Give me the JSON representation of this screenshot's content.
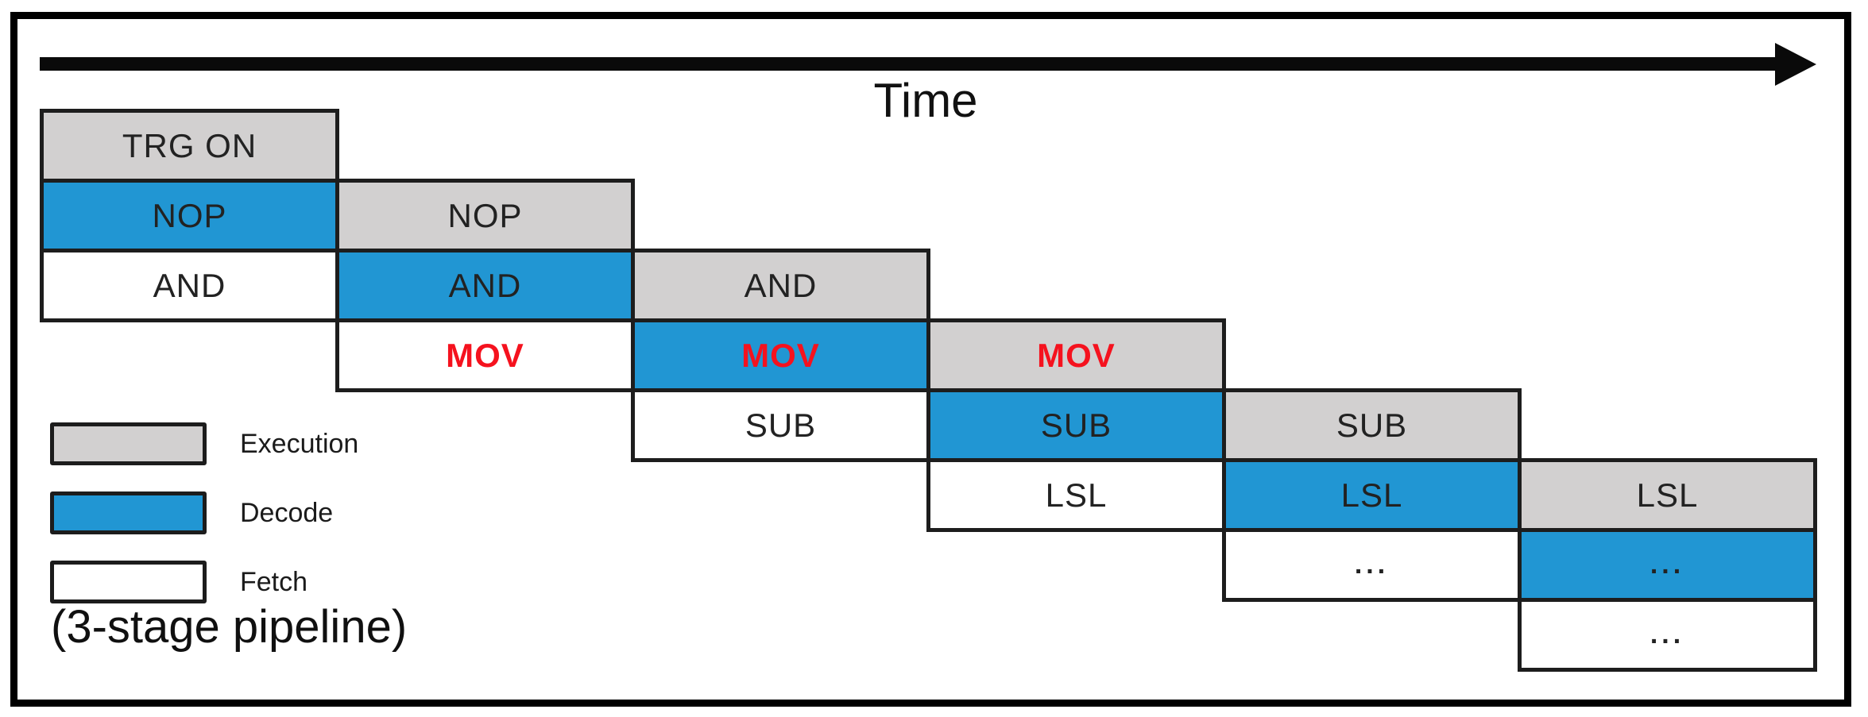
{
  "header": {
    "time_label": "Time"
  },
  "caption": {
    "text": "(3-stage pipeline)"
  },
  "legend": {
    "items": [
      {
        "label": "Execution",
        "stage": "execution"
      },
      {
        "label": "Decode",
        "stage": "decode"
      },
      {
        "label": "Fetch",
        "stage": "fetch"
      }
    ]
  },
  "colors": {
    "execution_gray": "#d2d0d0",
    "decode_blue": "#2196d3",
    "fetch_white": "#ffffff",
    "highlight_red": "#f5121e",
    "arrow_black": "#0a0a0a",
    "border_black": "#1d1d1d"
  },
  "pipeline": {
    "columns": [
      {
        "cells": [
          {
            "text": "TRG ON",
            "stage": "execution",
            "highlight": false
          },
          {
            "text": "NOP",
            "stage": "decode",
            "highlight": false
          },
          {
            "text": "AND",
            "stage": "fetch",
            "highlight": false
          }
        ]
      },
      {
        "cells": [
          {
            "text": "NOP",
            "stage": "execution",
            "highlight": false
          },
          {
            "text": "AND",
            "stage": "decode",
            "highlight": false
          },
          {
            "text": "MOV",
            "stage": "fetch",
            "highlight": true
          }
        ]
      },
      {
        "cells": [
          {
            "text": "AND",
            "stage": "execution",
            "highlight": false
          },
          {
            "text": "MOV",
            "stage": "decode",
            "highlight": true
          },
          {
            "text": "SUB",
            "stage": "fetch",
            "highlight": false
          }
        ]
      },
      {
        "cells": [
          {
            "text": "MOV",
            "stage": "execution",
            "highlight": true
          },
          {
            "text": "SUB",
            "stage": "decode",
            "highlight": false
          },
          {
            "text": "LSL",
            "stage": "fetch",
            "highlight": false
          }
        ]
      },
      {
        "cells": [
          {
            "text": "SUB",
            "stage": "execution",
            "highlight": false
          },
          {
            "text": "LSL",
            "stage": "decode",
            "highlight": false
          },
          {
            "text": "...",
            "stage": "fetch",
            "highlight": false
          }
        ]
      },
      {
        "cells": [
          {
            "text": "LSL",
            "stage": "execution",
            "highlight": false
          },
          {
            "text": "...",
            "stage": "decode",
            "highlight": false
          },
          {
            "text": "...",
            "stage": "fetch",
            "highlight": false
          }
        ]
      }
    ]
  }
}
